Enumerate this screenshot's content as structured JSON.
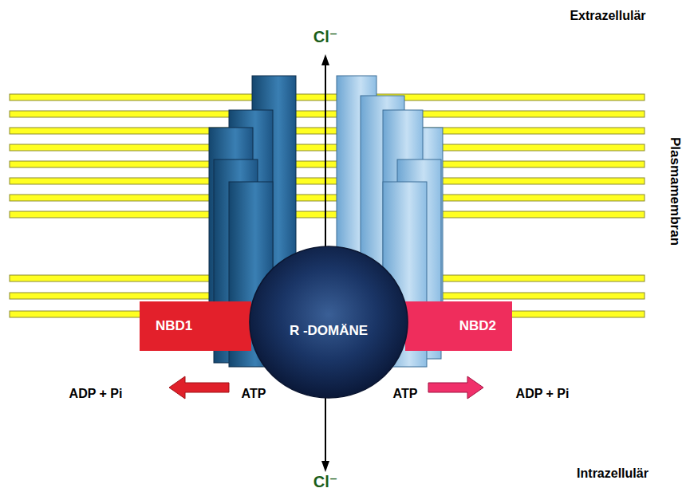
{
  "diagram": {
    "nodes": [
      {
        "text": [
          "NBD1"
        ]
      },
      {
        "text": [
          "R -DOMÄNE"
        ]
      },
      {
        "text": [
          "NBD2"
        ]
      }
    ],
    "labels": [
      "Extrazellulär",
      "Cl⁻",
      "Plasmamembran",
      "ADP + Pi",
      "ATP",
      "ATP",
      "ADP + Pi",
      "Cl⁻",
      "Intrazellulär"
    ]
  }
}
